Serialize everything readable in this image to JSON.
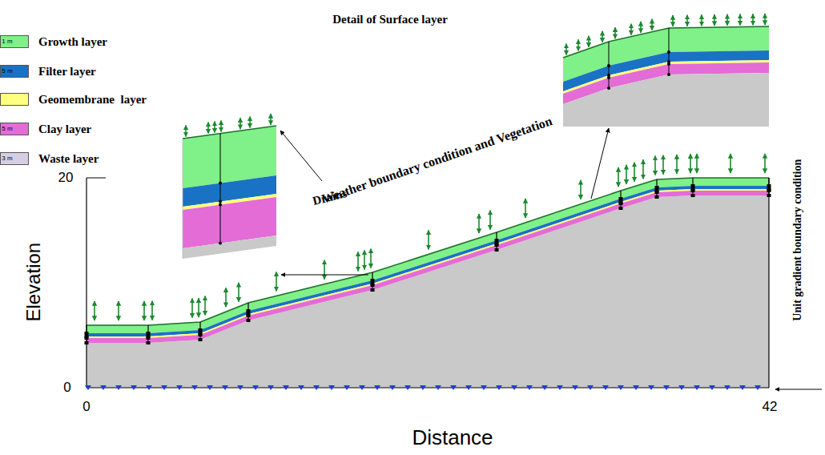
{
  "diagram": {
    "labels": [
      "1 m",
      "5 m",
      "5 m",
      "3 m",
      "Detail of Surface layer",
      "Weather boundary condition and Vegetation",
      "Drains",
      "Elevation",
      "20",
      "0",
      "0",
      "42",
      "Distance",
      "Unit gradient boundary condition"
    ],
    "legend": [
      {
        "text": "Growth layer",
        "color": "#80f088"
      },
      {
        "text": "Filter layer",
        "color": "#1a72c4"
      },
      {
        "text": "Geomembrane  layer",
        "color": "#ffff80"
      },
      {
        "text": "Clay layer",
        "color": "#e46cd6"
      },
      {
        "text": "Waste layer",
        "color": "#d6cfe4"
      }
    ]
  }
}
